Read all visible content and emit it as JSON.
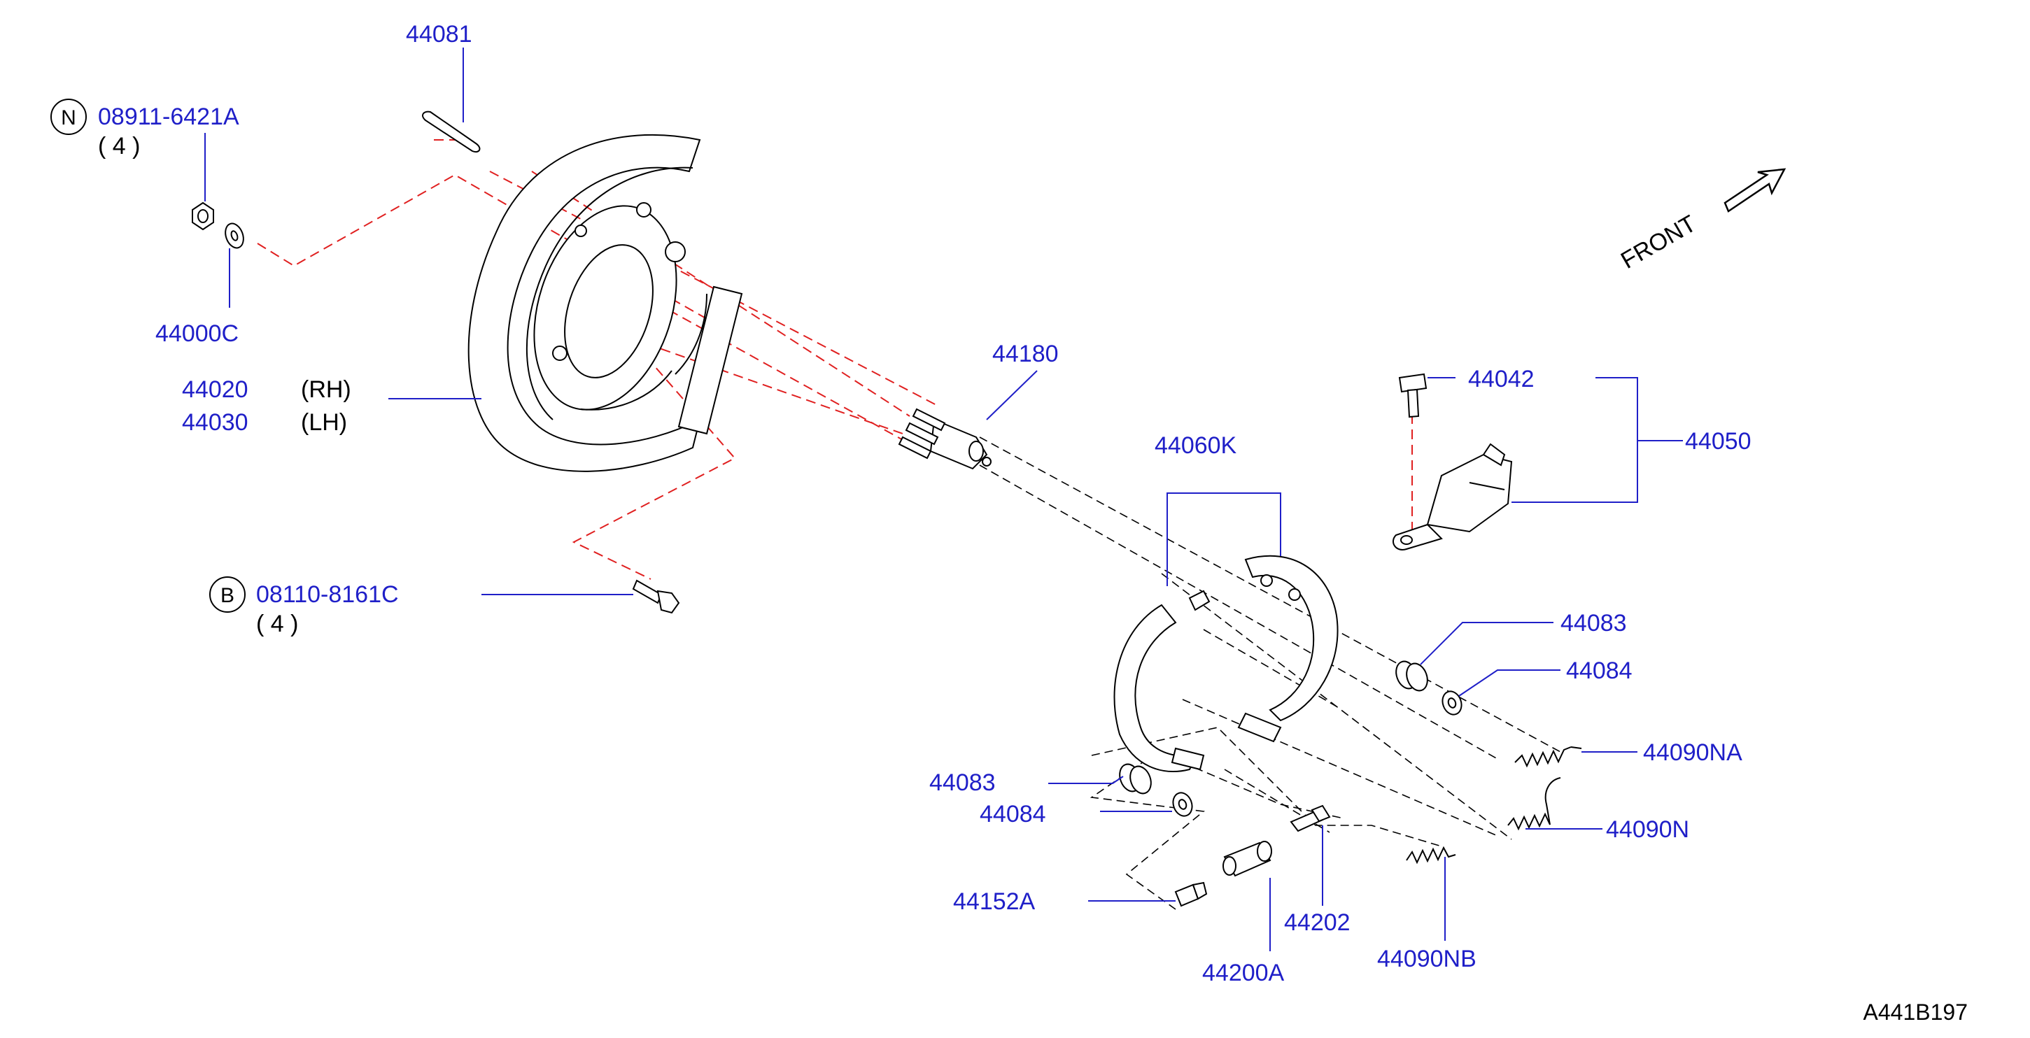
{
  "colors": {
    "label_blue": "#1f1fc8",
    "line_red": "#e02020",
    "ink": "#000000"
  },
  "labels": {
    "p44081": "44081",
    "p08911": "08911-6421A",
    "qty_n": "( 4 )",
    "p44000c": "44000C",
    "p44020": "44020",
    "rh": "(RH)",
    "p44030": "44030",
    "lh": "(LH)",
    "p08110": "08110-8161C",
    "qty_b": "( 4 )",
    "p44180": "44180",
    "p44060k": "44060K",
    "p44042": "44042",
    "p44050": "44050",
    "p44083a": "44083",
    "p44084a": "44084",
    "p44090na": "44090NA",
    "p44090n": "44090N",
    "p44083b": "44083",
    "p44084b": "44084",
    "p44152a": "44152A",
    "p44202": "44202",
    "p44200a": "44200A",
    "p44090nb": "44090NB"
  },
  "markers": {
    "n": "N",
    "b": "B"
  },
  "front": {
    "text": "FRONT",
    "icon": "front-arrow-icon"
  },
  "diagram_code": "A441B197"
}
